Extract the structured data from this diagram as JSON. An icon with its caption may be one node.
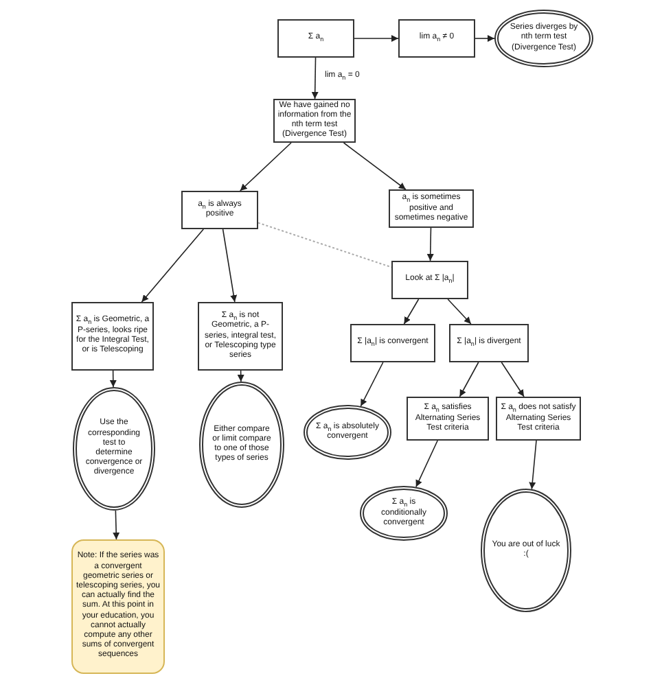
{
  "diagram": {
    "nodes": [
      {
        "text": [
          "Σ a$_{n}$"
        ]
      },
      {
        "text": [
          "lim a$_{n}$ ≠ 0"
        ]
      },
      {
        "text": [
          "Series diverges by nth term test (Divergence Test)"
        ]
      },
      {
        "text": [
          "We have gained no information from the nth term test (Divergence Test)"
        ]
      },
      {
        "text": [
          "a$_{n}$ is always positive"
        ]
      },
      {
        "text": [
          "a$_{n}$ is sometimes positive and sometimes negative"
        ]
      },
      {
        "text": [
          "Look at Σ |a$_{n}$|"
        ]
      },
      {
        "text": [
          "Σ a$_{n}$ is Geometric, a P-series, looks ripe for the Integral Test, or is Telescoping"
        ]
      },
      {
        "text": [
          "Σ a$_{n}$ is not Geometric, a P-series, integral test, or Telescoping type series"
        ]
      },
      {
        "text": [
          "Σ |a$_{n}$| is convergent"
        ]
      },
      {
        "text": [
          "Σ |a$_{n}$| is divergent"
        ]
      },
      {
        "text": [
          "Use the corresponding test to determine convergence or divergence"
        ]
      },
      {
        "text": [
          "Either compare or limit compare to one of those types of series"
        ]
      },
      {
        "text": [
          "Σ a$_{n}$ is  absolutely convergent"
        ]
      },
      {
        "text": [
          "Σ a$_{n}$ satisfies Alternating Series Test criteria"
        ]
      },
      {
        "text": [
          "Σ a$_{n}$ does not satisfy Alternating Series Test criteria"
        ]
      },
      {
        "text": [
          "Σ a$_{n}$ is conditionally convergent"
        ]
      },
      {
        "text": [
          "You are out of luck :("
        ]
      },
      {
        "text": [
          "Note:  If the series was a convergent geometric series or telescoping series, you can actually find the sum.  At this point in your education, you cannot actually compute any other sums of convergent sequences"
        ]
      }
    ],
    "edges": [
      {
        "from": 0,
        "to": 1,
        "arrow": "to"
      },
      {
        "from": 1,
        "to": 2,
        "arrow": "to"
      },
      {
        "from": 0,
        "to": 3,
        "arrow": "to",
        "label": "lim a$_{n}$ = 0"
      },
      {
        "from": 3,
        "to": 4,
        "arrow": "to"
      },
      {
        "from": 3,
        "to": 5,
        "arrow": "to"
      },
      {
        "from": 4,
        "to": 6,
        "arrow": "none",
        "style": "dashed",
        "color": "#aaaaaa"
      },
      {
        "from": 5,
        "to": 6,
        "arrow": "to"
      },
      {
        "from": 4,
        "to": 7,
        "arrow": "to"
      },
      {
        "from": 4,
        "to": 8,
        "arrow": "to"
      },
      {
        "from": 6,
        "to": 9,
        "arrow": "to"
      },
      {
        "from": 6,
        "to": 10,
        "arrow": "to"
      },
      {
        "from": 7,
        "to": 11,
        "arrow": "to"
      },
      {
        "from": 8,
        "to": 12,
        "arrow": "to"
      },
      {
        "from": 9,
        "to": 13,
        "arrow": "to"
      },
      {
        "from": 10,
        "to": 14,
        "arrow": "to"
      },
      {
        "from": 10,
        "to": 15,
        "arrow": "to"
      },
      {
        "from": 14,
        "to": 16,
        "arrow": "to"
      },
      {
        "from": 15,
        "to": 17,
        "arrow": "to"
      },
      {
        "from": 11,
        "to": 18,
        "arrow": "to"
      }
    ]
  }
}
